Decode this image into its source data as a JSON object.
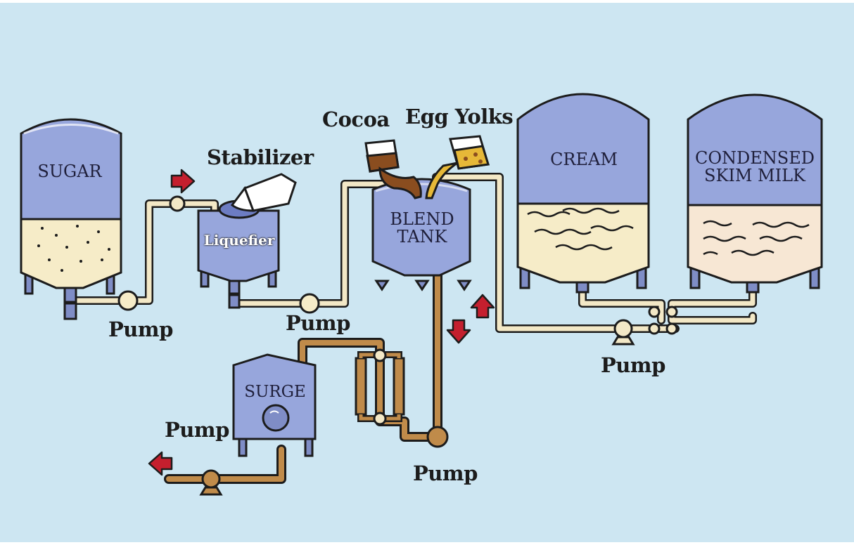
{
  "colors": {
    "background": "#cde6f2",
    "tank_blue": "#97a6dc",
    "tank_dark": "#7f8dc6",
    "pipe_cream": "#f3e8c6",
    "pipe_brown": "#c08b4a",
    "cream_liquid": "#f6ecc8",
    "milk_liquid": "#f7e7d4",
    "cocoa": "#8a4d1f",
    "yolk": "#e6b838",
    "arrow_red": "#c41f2e",
    "outline": "#1c1c1c"
  },
  "tanks": {
    "sugar": "SUGAR",
    "liquefier": "Liquefier",
    "blend_line1": "BLEND",
    "blend_line2": "TANK",
    "cream": "CREAM",
    "milk_line1": "CONDENSED",
    "milk_line2": "SKIM MILK",
    "surge": "SURGE"
  },
  "ingredients": {
    "stabilizer": "Stabilizer",
    "cocoa": "Cocoa",
    "egg_yolks": "Egg Yolks"
  },
  "pumps": {
    "pump1": "Pump",
    "pump2": "Pump",
    "pump3": "Pump",
    "pump4": "Pump",
    "pump5": "Pump"
  }
}
